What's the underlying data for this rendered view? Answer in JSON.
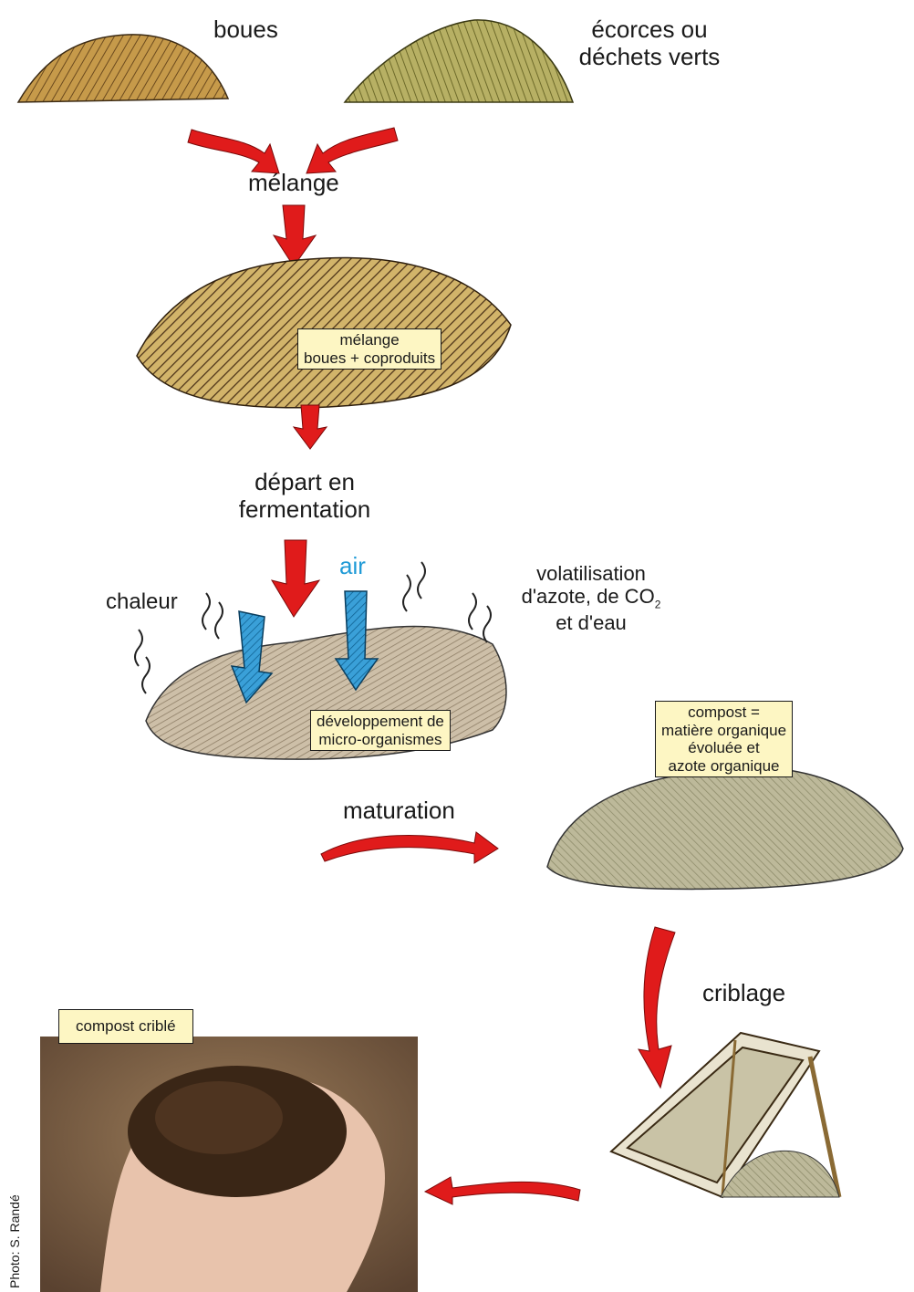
{
  "inputs": {
    "boues": "boues",
    "ecorces_line1": "écorces ou",
    "ecorces_line2": "déchets verts"
  },
  "steps": {
    "melange": "mélange",
    "depart_line1": "départ en",
    "depart_line2": "fermentation",
    "chaleur": "chaleur",
    "air": "air",
    "volat_line1": "volatilisation",
    "volat_line2": "d'azote, de CO",
    "volat_sub": "2",
    "volat_line3": "et d'eau",
    "maturation": "maturation",
    "criblage": "criblage"
  },
  "boxes": {
    "melange_line1": "mélange",
    "melange_line2": "boues + coproduits",
    "dev_line1": "développement de",
    "dev_line2": "micro-organismes",
    "compost_line1": "compost =",
    "compost_line2": "matière organique",
    "compost_line3": "évoluée et",
    "compost_line4": "azote organique",
    "crible": "compost criblé"
  },
  "credit": "Photo: S. Randé",
  "colors": {
    "arrow_red": "#e01b1b",
    "air_blue": "#3aa0d8",
    "label_yellow": "#fdf6c3",
    "air_text": "#1f9ad6"
  }
}
